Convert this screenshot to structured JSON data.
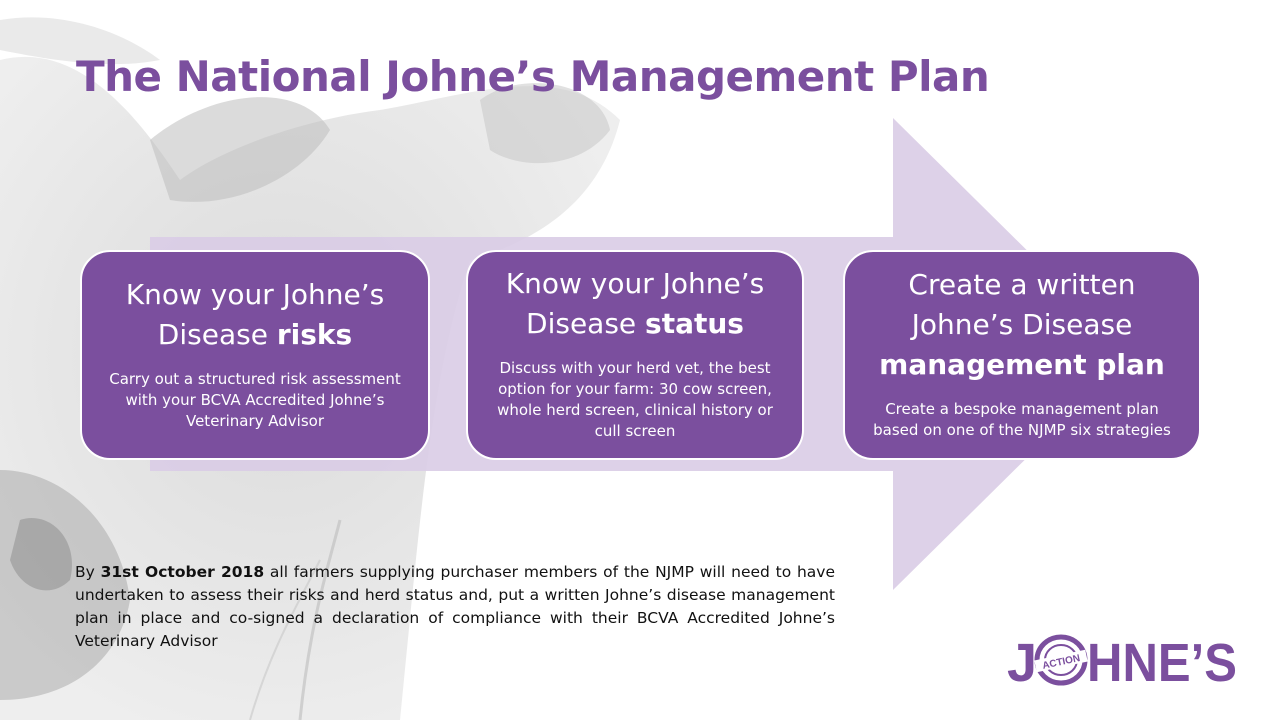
{
  "title": "The National Johne’s Management Plan",
  "colors": {
    "brand": "#7b4f9e",
    "arrow": "#d9cce6",
    "text": "#111111"
  },
  "steps": [
    {
      "heading_pre": "Know your Johne’s",
      "heading_mid": "Disease ",
      "heading_bold": "risks",
      "body": "Carry out a structured risk assessment with your BCVA Accredited Johne’s Veterinary Advisor"
    },
    {
      "heading_pre": "Know your Johne’s",
      "heading_mid": "Disease ",
      "heading_bold": "status",
      "body": "Discuss with your herd vet, the best option for your farm: 30 cow screen, whole herd screen, clinical history or cull screen"
    },
    {
      "heading_pre": "Create a written",
      "heading_mid": "Johne’s Disease",
      "heading_bold": "management plan",
      "body": "Create a bespoke management plan based on one of the NJMP six strategies"
    }
  ],
  "note": {
    "lead": "By ",
    "date": "31st October 2018",
    "rest": " all farmers supplying purchaser members of the NJMP will need to have undertaken to assess their risks and herd status and, put a written Johne’s disease management plan in place and co-signed a declaration of compliance with their BCVA Accredited Johne’s Veterinary Advisor"
  },
  "logo": {
    "text_j": "J",
    "text_rest": "HNE’S",
    "badge": "ACTION"
  }
}
